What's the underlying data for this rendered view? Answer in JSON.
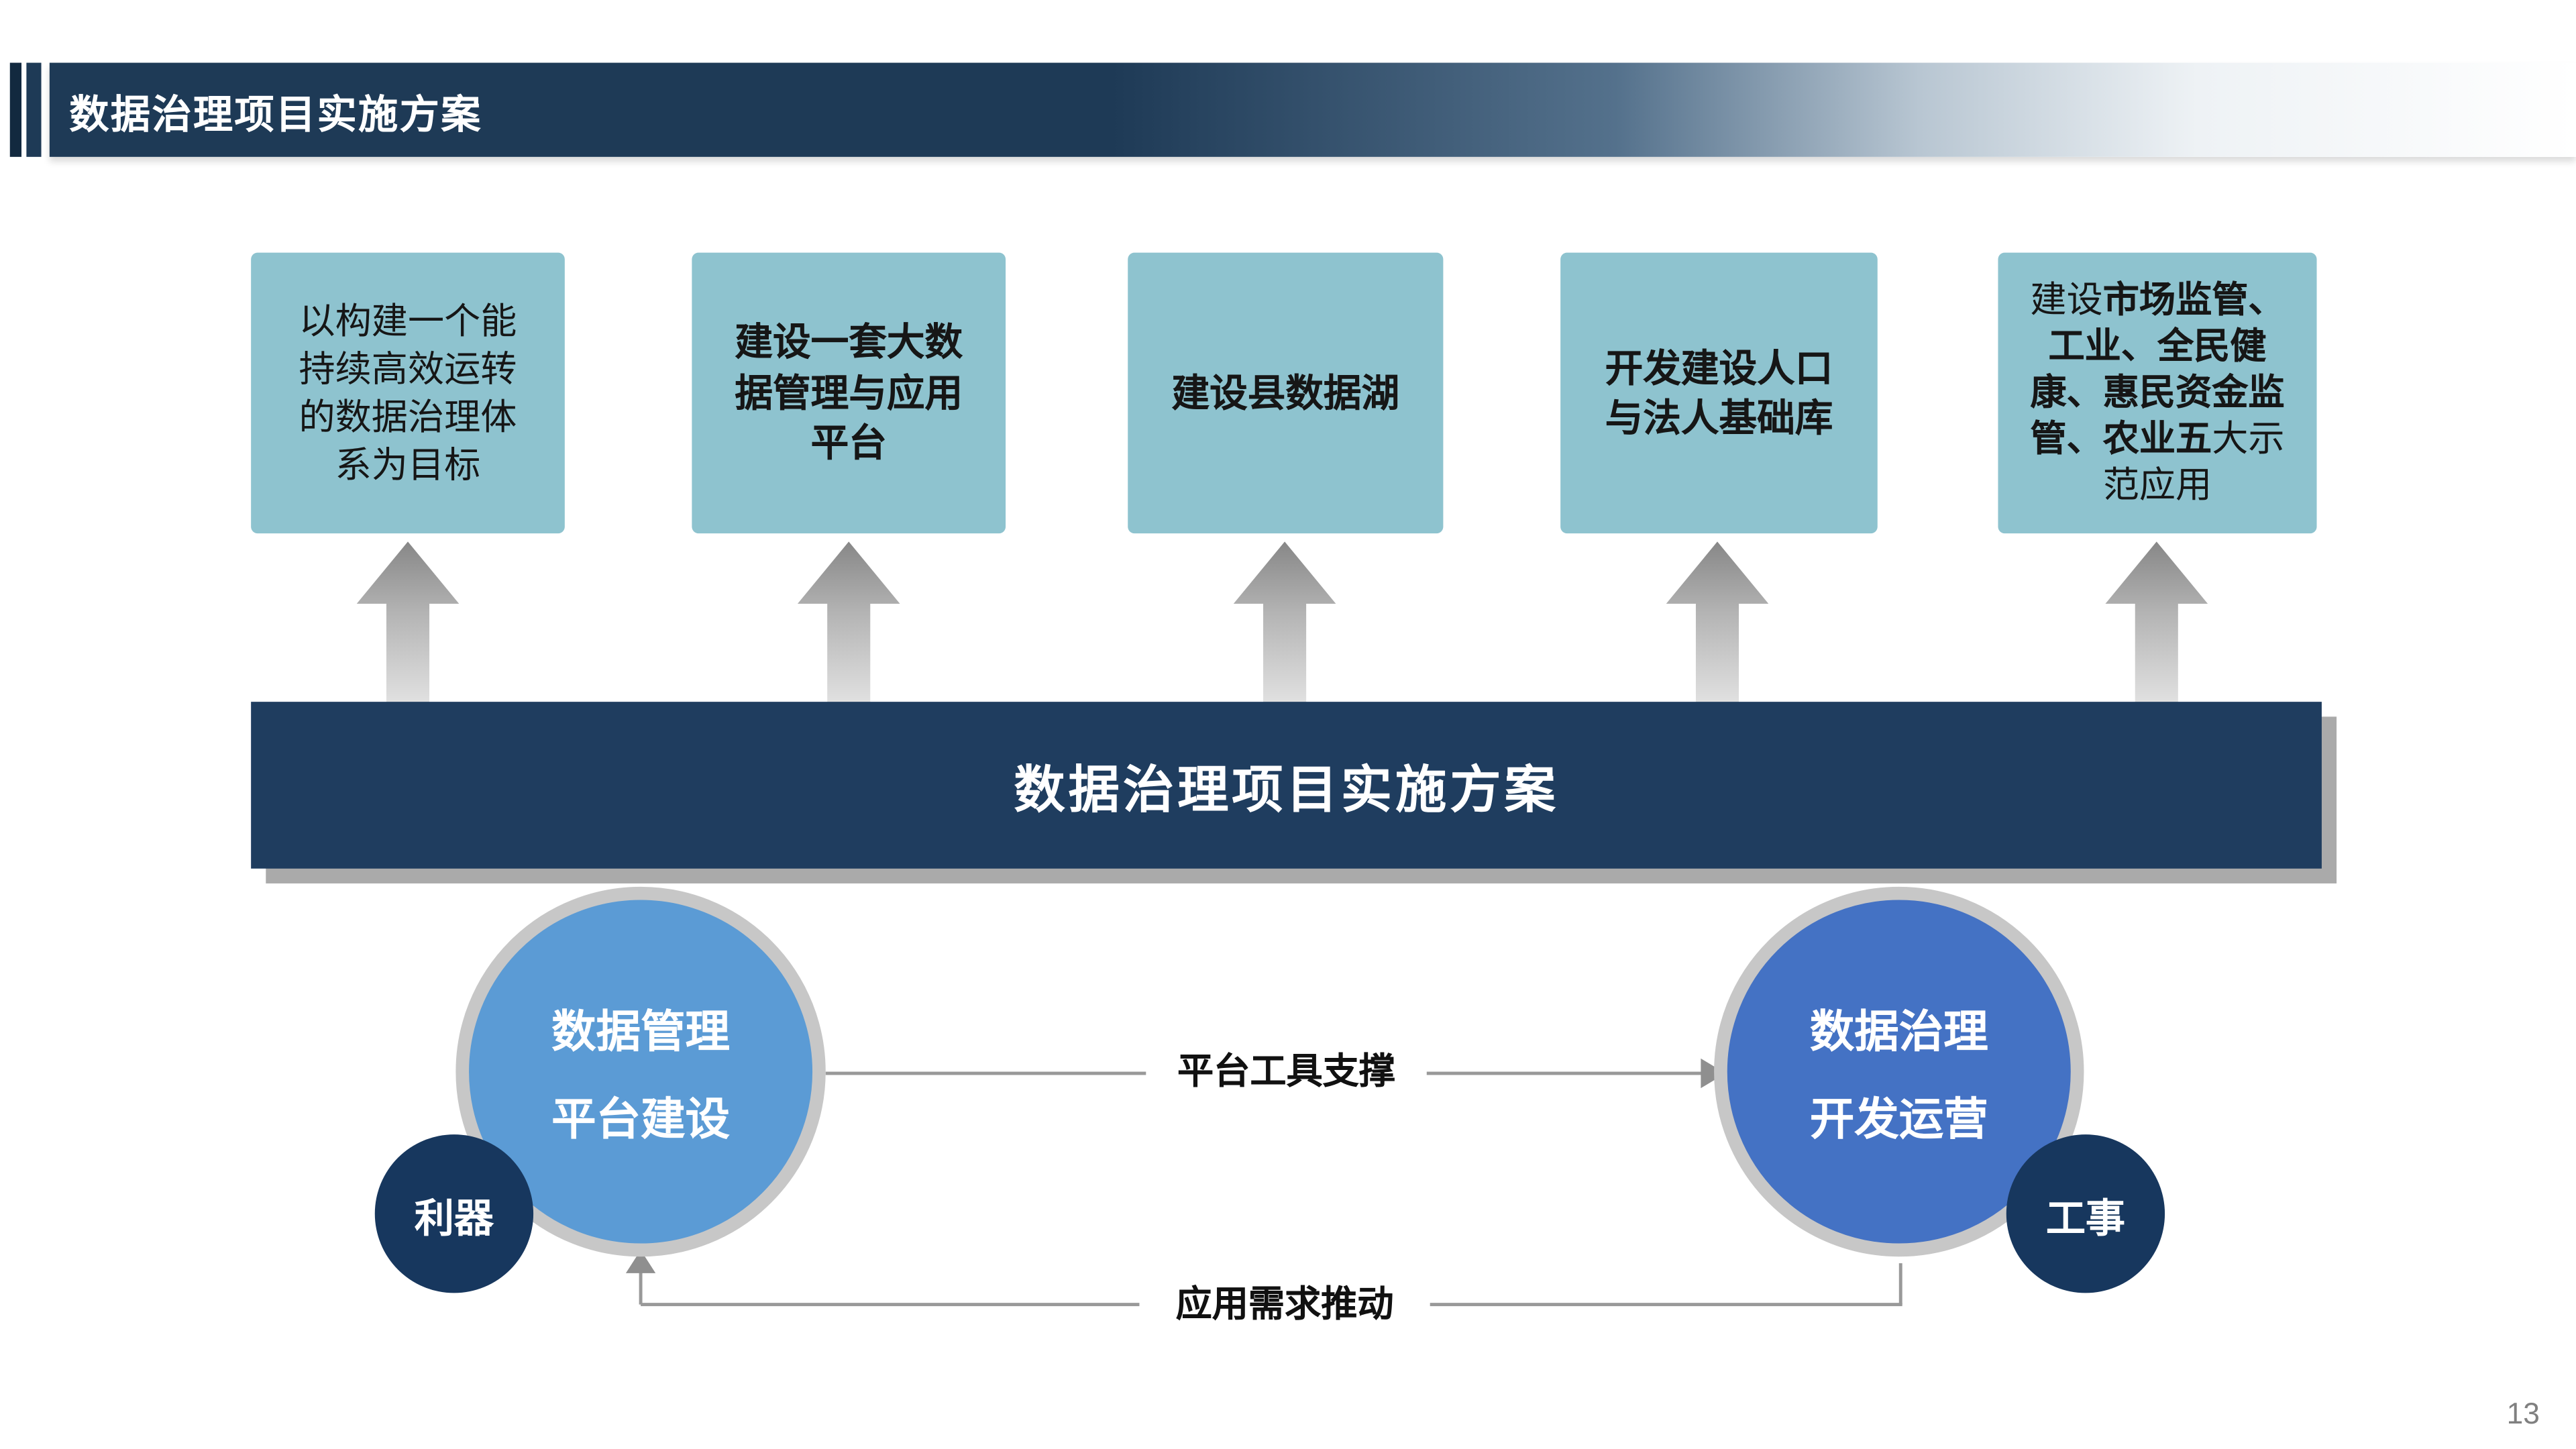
{
  "slide": {
    "header_title": "数据治理项目实施方案",
    "bar_title": "数据治理项目实施方案",
    "page_number": "13"
  },
  "goal_boxes": {
    "box1": "以构建一个能持续高效运转的数据治理体系为目标",
    "box2": "建设一套大数据管理与应用平台",
    "box3": "建设县数据湖",
    "box4": "开发建设人口与法人基础库",
    "box5_prefix": "建设",
    "box5_bold": "市场监管、工业、全民健康、惠民资金监管、农业五",
    "box5_suffix": "大示范应用"
  },
  "circles": {
    "left_line1": "数据管理",
    "left_line2": "平台建设",
    "left_badge": "利器",
    "right_line1": "数据治理",
    "right_line2": "开发运营",
    "right_badge": "工事"
  },
  "connectors": {
    "top_label": "平台工具支撑",
    "bottom_label": "应用需求推动"
  },
  "colors": {
    "header_navy": "#1e3a56",
    "box_teal": "#8ec3cf",
    "bar_navy": "#1f3d5f",
    "left_circle_blue": "#5b9bd5",
    "right_circle_blue": "#4472c4",
    "badge_navy": "#17375e",
    "ring_gray": "#c7c7c7",
    "arrow_gray": "#9a9a9a"
  }
}
